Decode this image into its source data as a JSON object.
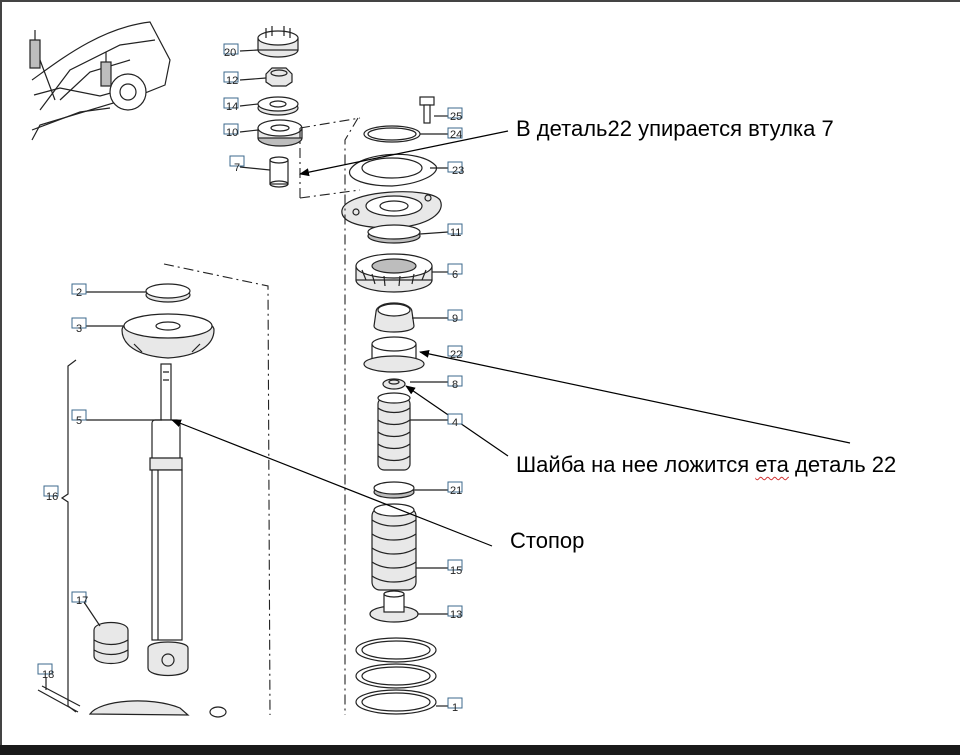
{
  "annotations": {
    "bushing": "В деталь22 упирается втулка 7",
    "washer_prefix": "Шайба на нее ложится ",
    "washer_misspelled": "ета",
    "washer_suffix": " деталь 22",
    "stopper": "Стопор"
  },
  "part_labels": {
    "p20": "20",
    "p12": "12",
    "p14": "14",
    "p10": "10",
    "p7": "7",
    "p25": "25",
    "p24": "24",
    "p23": "23",
    "p11": "11",
    "p6": "6",
    "p9": "9",
    "p22": "22",
    "p8": "8",
    "p4": "4",
    "p21": "21",
    "p15": "15",
    "p13": "13",
    "p1": "1",
    "p2": "2",
    "p3": "3",
    "p5": "5",
    "p16": "16",
    "p17": "17",
    "p18": "18"
  },
  "colors": {
    "line": "#222222",
    "label_box": "#3c6a8c",
    "spellcheck_underline": "#d03030"
  }
}
